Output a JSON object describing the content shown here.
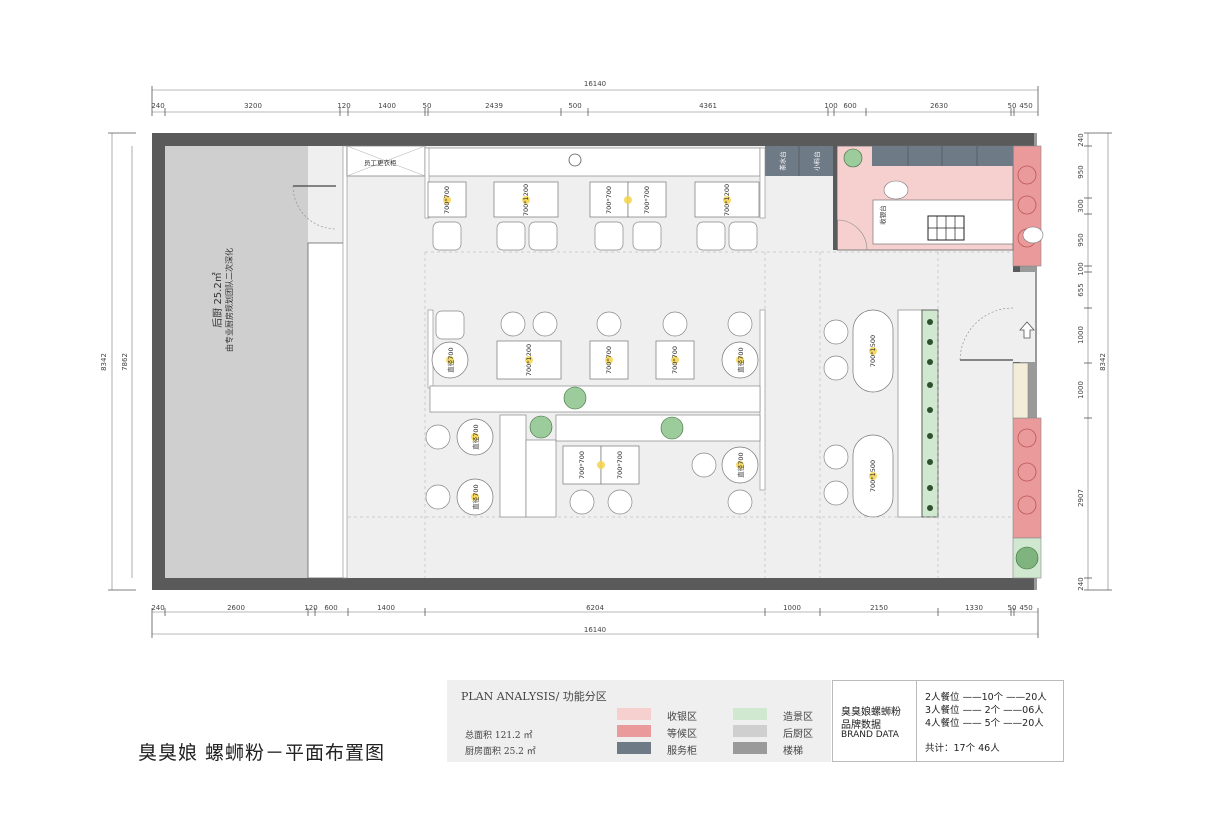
{
  "drawing": {
    "title": "臭臭娘 螺蛳粉－平面布置图",
    "top_total": "16140",
    "bottom_total": "16140",
    "top_dims": [
      "240",
      "3200",
      "120",
      "1400",
      "50",
      "2439",
      "500",
      "4361",
      "100",
      "600",
      "2630",
      "50",
      "450"
    ],
    "bottom_dims": [
      "240",
      "2600",
      "120",
      "600",
      "1400",
      "6204",
      "1000",
      "2150",
      "1330",
      "50",
      "450"
    ],
    "left_dims": [
      "8342",
      "7862"
    ],
    "right_outer": "8342",
    "right_dims": [
      "240",
      "950",
      "300",
      "950",
      "100",
      "655",
      "1000",
      "1000",
      "2907",
      "240"
    ],
    "kitchen": {
      "title": "后厨 25.2㎡",
      "note": "由专业厨房规划团队二次深化"
    },
    "labels": {
      "locker": "员工更衣柜",
      "tea": "茶水台",
      "sauce": "小料台",
      "cashier": "收银台",
      "t700": "700*700",
      "t1200": "700*1200",
      "t1500": "700*1500",
      "round": "直径700"
    }
  },
  "legend": {
    "heading": "PLAN ANALYSIS/ 功能分区",
    "total_area": "总面积 121.2 ㎡",
    "kitchen_area": "厨房面积 25.2 ㎡",
    "zones": [
      {
        "label": "收银区",
        "color": "#f6cfcf"
      },
      {
        "label": "等候区",
        "color": "#ea9a9a"
      },
      {
        "label": "服务柜",
        "color": "#6f7a87"
      },
      {
        "label": "造景区",
        "color": "#cfe8cf"
      },
      {
        "label": "后厨区",
        "color": "#cfcfcf"
      },
      {
        "label": "楼梯",
        "color": "#9a9a9a"
      }
    ]
  },
  "brand": {
    "title_cn": "臭臭娘螺蛳粉",
    "title_cn2": "品牌数据",
    "title_en": "BRAND DATA",
    "rows": [
      "2人餐位 ——10个 ——20人",
      "3人餐位 —— 2个 ——06人",
      "4人餐位 —— 5个 ——20人"
    ],
    "total": "共计：17个   46人"
  },
  "colors": {
    "wall": "#5a5a5a",
    "floor": "#efefef",
    "kitchen": "#cfcfcf",
    "cashier": "#f6cfcf",
    "waiting": "#ea9a9a",
    "service": "#6f7a87",
    "stair": "#9a9a9a",
    "green": "#cfe8cf"
  }
}
